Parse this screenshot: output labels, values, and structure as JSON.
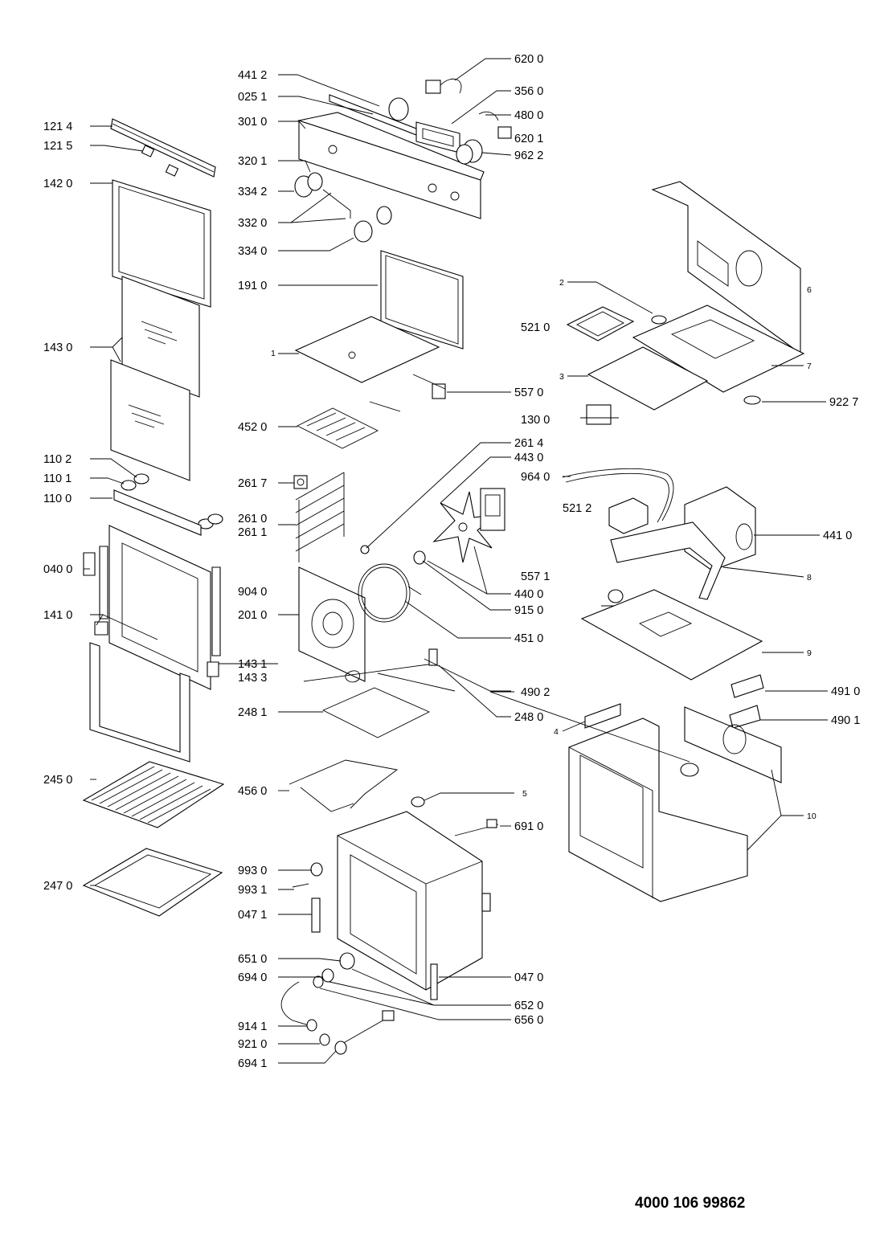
{
  "document_number": "4000 106 99862",
  "labels": {
    "l6200": "620 0",
    "l4412": "441 2",
    "l3560": "356 0",
    "l0251": "025 1",
    "l4800": "480 0",
    "l3010": "301 0",
    "l1214": "121 4",
    "l6201": "620 1",
    "l1215": "121 5",
    "l9622": "962 2",
    "l3201": "320 1",
    "l1420": "142 0",
    "l3342": "334 2",
    "l3320": "332 0",
    "l3340": "334 0",
    "l1910": "191 0",
    "l1430": "143 0",
    "l5210": "521 0",
    "l5570": "557 0",
    "l9227": "922 7",
    "l1300": "130 0",
    "l4520": "452 0",
    "l2614": "261 4",
    "l4430": "443 0",
    "l1102": "110 2",
    "l9640": "964 0",
    "l1101": "110 1",
    "l2617": "261 7",
    "l5212": "521 2",
    "l1100": "110 0",
    "l2610": "261 0",
    "l2611": "261 1",
    "l4410": "441 0",
    "l0400": "040 0",
    "l5571": "557 1",
    "l4400": "440 0",
    "l9040": "904 0",
    "l2010": "201 0",
    "l1410": "141 0",
    "l9150": "915 0",
    "l4510": "451 0",
    "l1431": "143 1",
    "l1433": "143 3",
    "l4910": "491 0",
    "l4902": "490 2",
    "l2481": "248 1",
    "l2480": "248 0",
    "l4901": "490 1",
    "l2450": "245 0",
    "l4560": "456 0",
    "l6910": "691 0",
    "l2470": "247 0",
    "l9930": "993 0",
    "l9931": "993 1",
    "l0471": "047 1",
    "l6510": "651 0",
    "l0470": "047 0",
    "l6940": "694 0",
    "l6520": "652 0",
    "l6560": "656 0",
    "l9141": "914 1",
    "l9210": "921 0",
    "l6941": "694 1"
  },
  "callouts": {
    "c1": "1",
    "c2": "2",
    "c3": "3",
    "c4": "4",
    "c5": "5",
    "c6": "6",
    "c7": "7",
    "c8": "8",
    "c9": "9",
    "c10": "10"
  }
}
